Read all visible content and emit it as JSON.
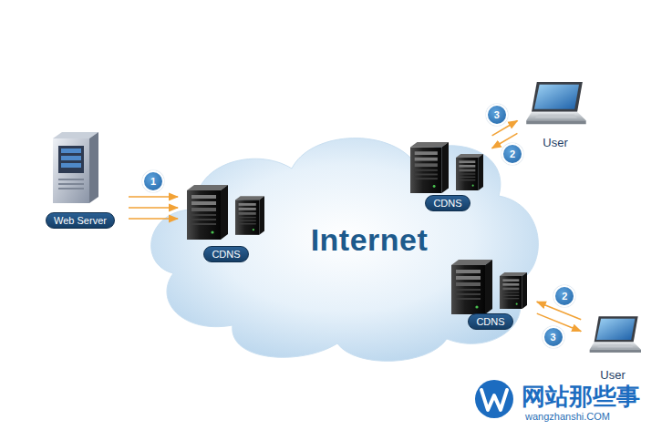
{
  "diagram": {
    "nodes": [
      {
        "text": [
          "Web Server"
        ]
      },
      {
        "text": [
          "Internet"
        ]
      },
      {
        "text": [
          "CDNS"
        ]
      },
      {
        "text": [
          "CDNS"
        ]
      },
      {
        "text": [
          "User"
        ]
      },
      {
        "text": [
          "CDNS"
        ]
      },
      {
        "text": [
          "User"
        ]
      }
    ],
    "edges": [
      {
        "from": 0,
        "to": 2,
        "label": "1",
        "arrow": "to"
      },
      {
        "from": 0,
        "to": 2,
        "arrow": "to"
      },
      {
        "from": 0,
        "to": 2,
        "arrow": "to"
      },
      {
        "from": 3,
        "to": 4,
        "label": "3",
        "arrow": "to"
      },
      {
        "from": 4,
        "to": 3,
        "label": "2",
        "arrow": "to"
      },
      {
        "from": 6,
        "to": 5,
        "label": "2",
        "arrow": "to"
      },
      {
        "from": 5,
        "to": 6,
        "label": "3",
        "arrow": "to"
      }
    ],
    "labels": [
      "网站那些事",
      "wangzhanshi.COM"
    ]
  }
}
